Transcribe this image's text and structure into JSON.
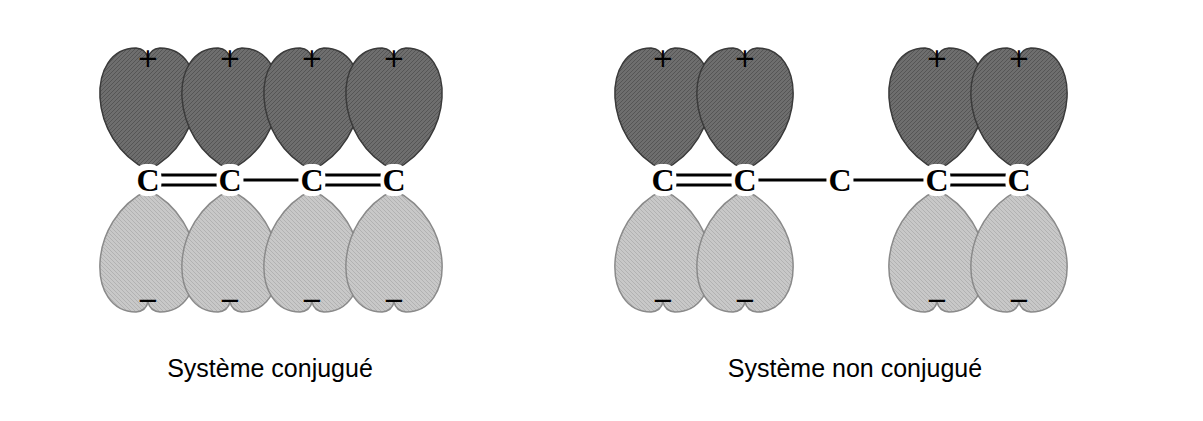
{
  "diagram": {
    "labels": [
      "+",
      "+",
      "+",
      "+",
      "C",
      "C",
      "C",
      "C",
      "−",
      "−",
      "−",
      "−",
      "Système conjugué",
      "+",
      "+",
      "+",
      "+",
      "C",
      "C",
      "C",
      "C",
      "C",
      "−",
      "−",
      "−",
      "−",
      "Système non conjugué"
    ]
  }
}
